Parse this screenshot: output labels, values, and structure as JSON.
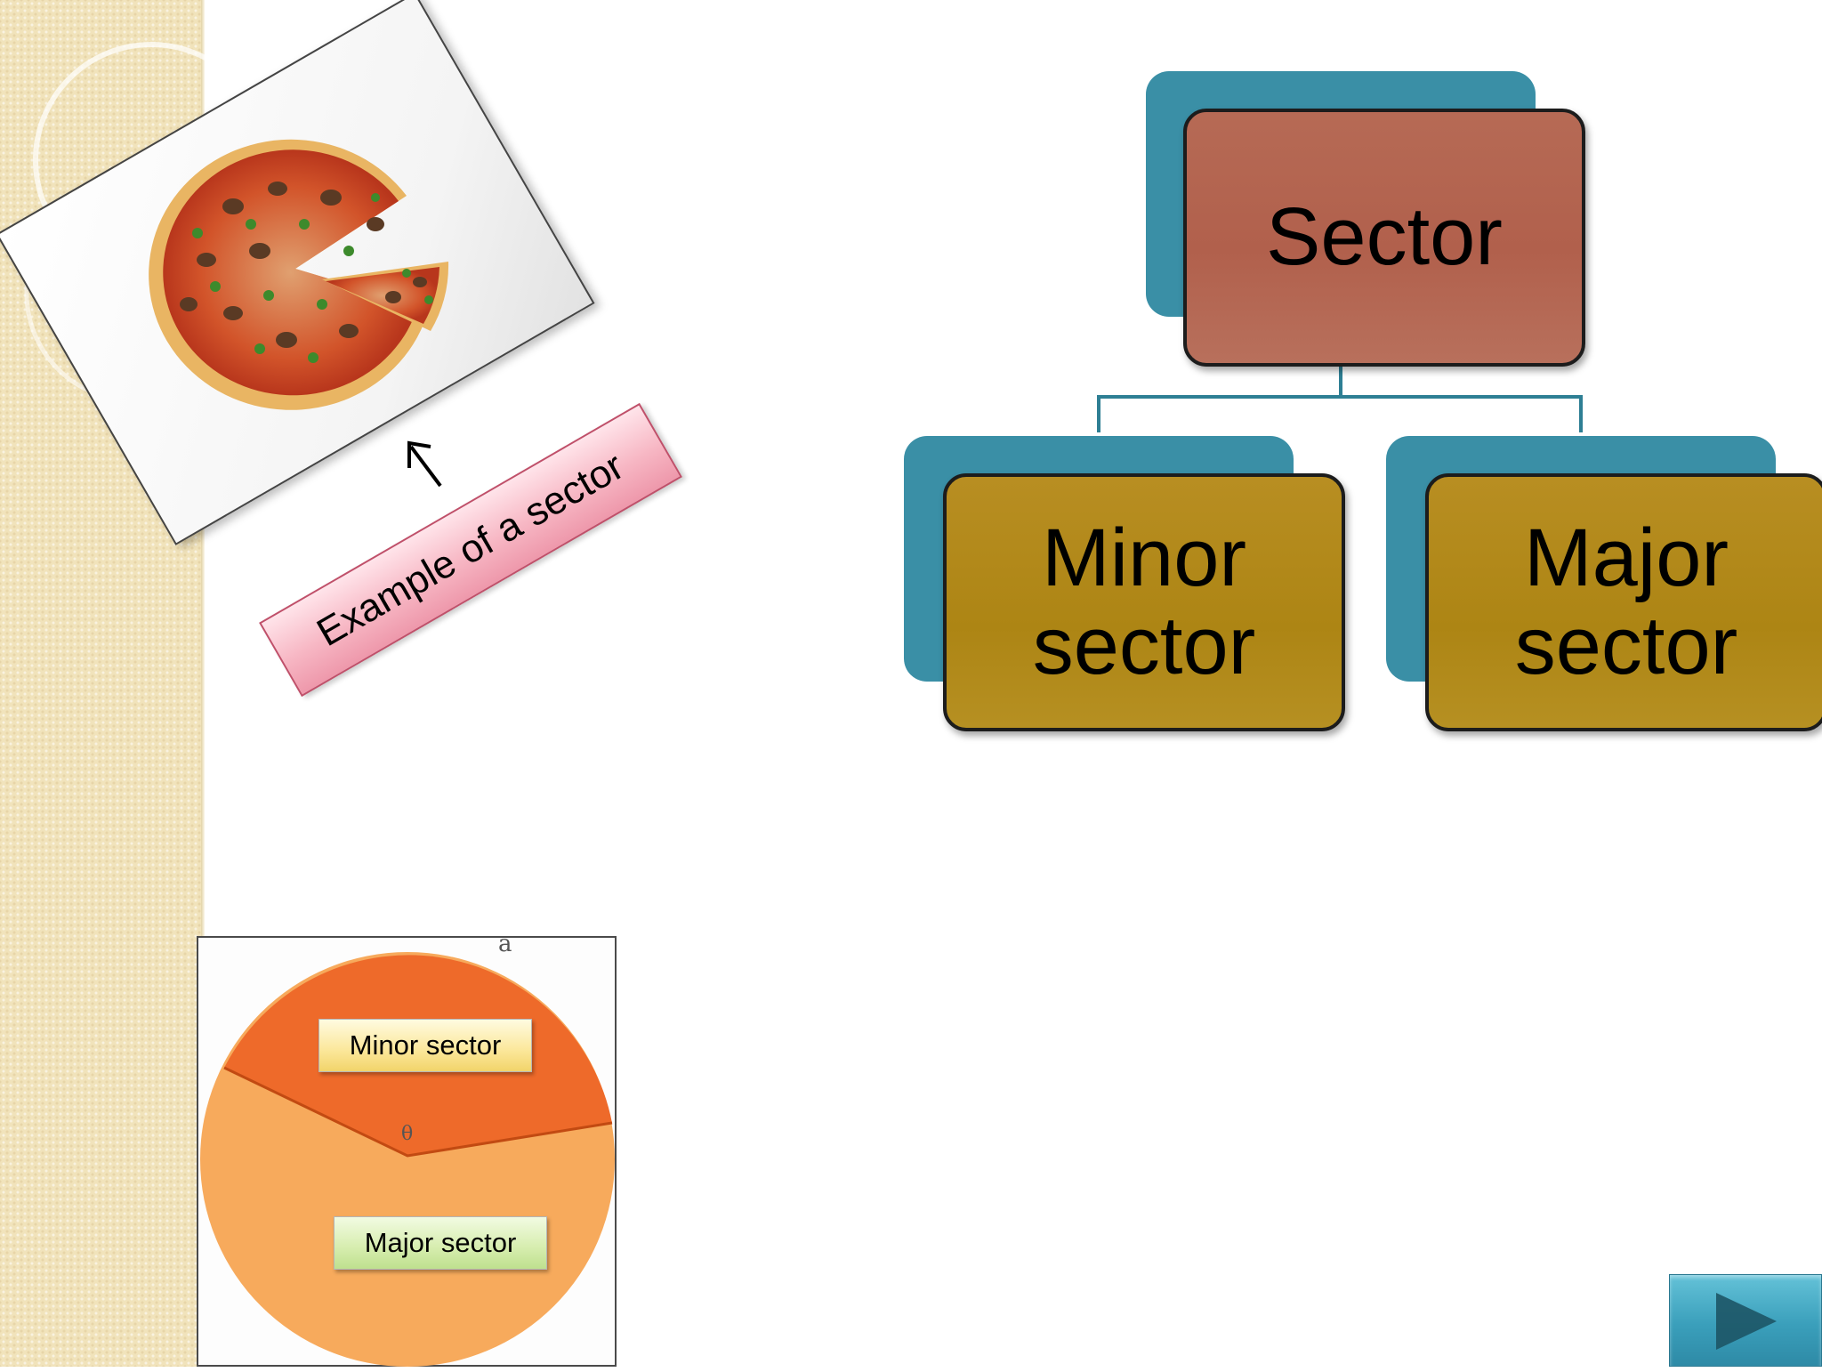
{
  "photo": {
    "icon": "pizza-slice-photo",
    "caption": "Example of a sector"
  },
  "hierarchy": {
    "root": "Sector",
    "children": [
      "Minor\nsector",
      "Major\nsector"
    ]
  },
  "sector_diagram": {
    "minor_label": "Minor sector",
    "major_label": "Major sector",
    "point_label": "a",
    "angle_label": "θ"
  },
  "navigation": {
    "next_icon": "play-arrow-icon"
  },
  "colors": {
    "root_box": "#b1604c",
    "child_box": "#ad8514",
    "box_shadow": "#3a8fa6",
    "minor_sector": "#ee6a2a",
    "major_sector": "#f7aa5c"
  }
}
